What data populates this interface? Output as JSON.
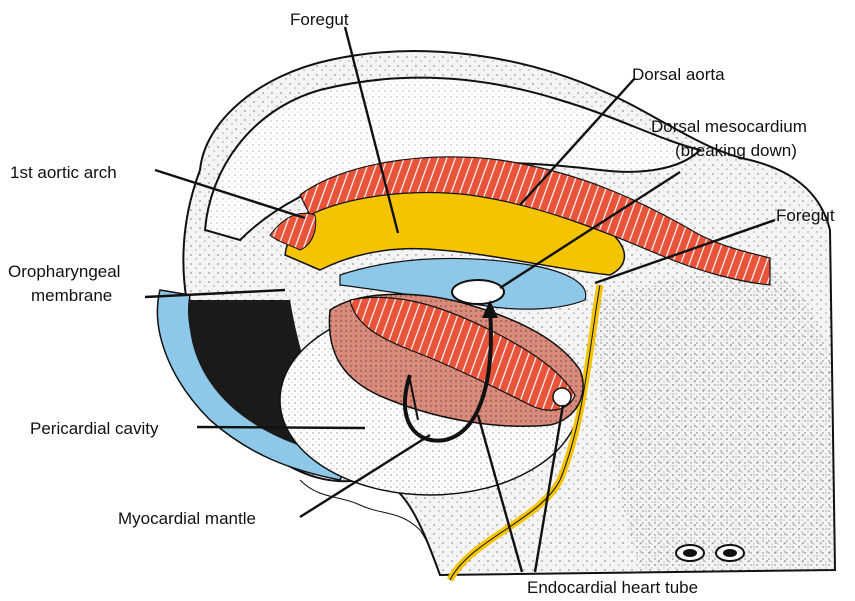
{
  "labels": {
    "foregut_top": "Foregut",
    "dorsal_aorta": "Dorsal aorta",
    "dorsal_mesocardium_1": "Dorsal mesocardium",
    "dorsal_mesocardium_2": "(breaking down)",
    "aortic_arch": "1st aortic arch",
    "foregut_right": "Foregut",
    "oropharyngeal_1": "Oropharyngeal",
    "oropharyngeal_2": "membrane",
    "pericardial_cavity": "Pericardial cavity",
    "myocardial_mantle": "Myocardial mantle",
    "endocardial_tube": "Endocardial heart tube"
  },
  "colors": {
    "outline": "#111111",
    "body_wall": "#f4f4f4",
    "yellow": "#f5c400",
    "blue": "#8ec8e8",
    "red": "#e8533a",
    "pink": "#d98a7a",
    "dark": "#1a1a1a"
  }
}
